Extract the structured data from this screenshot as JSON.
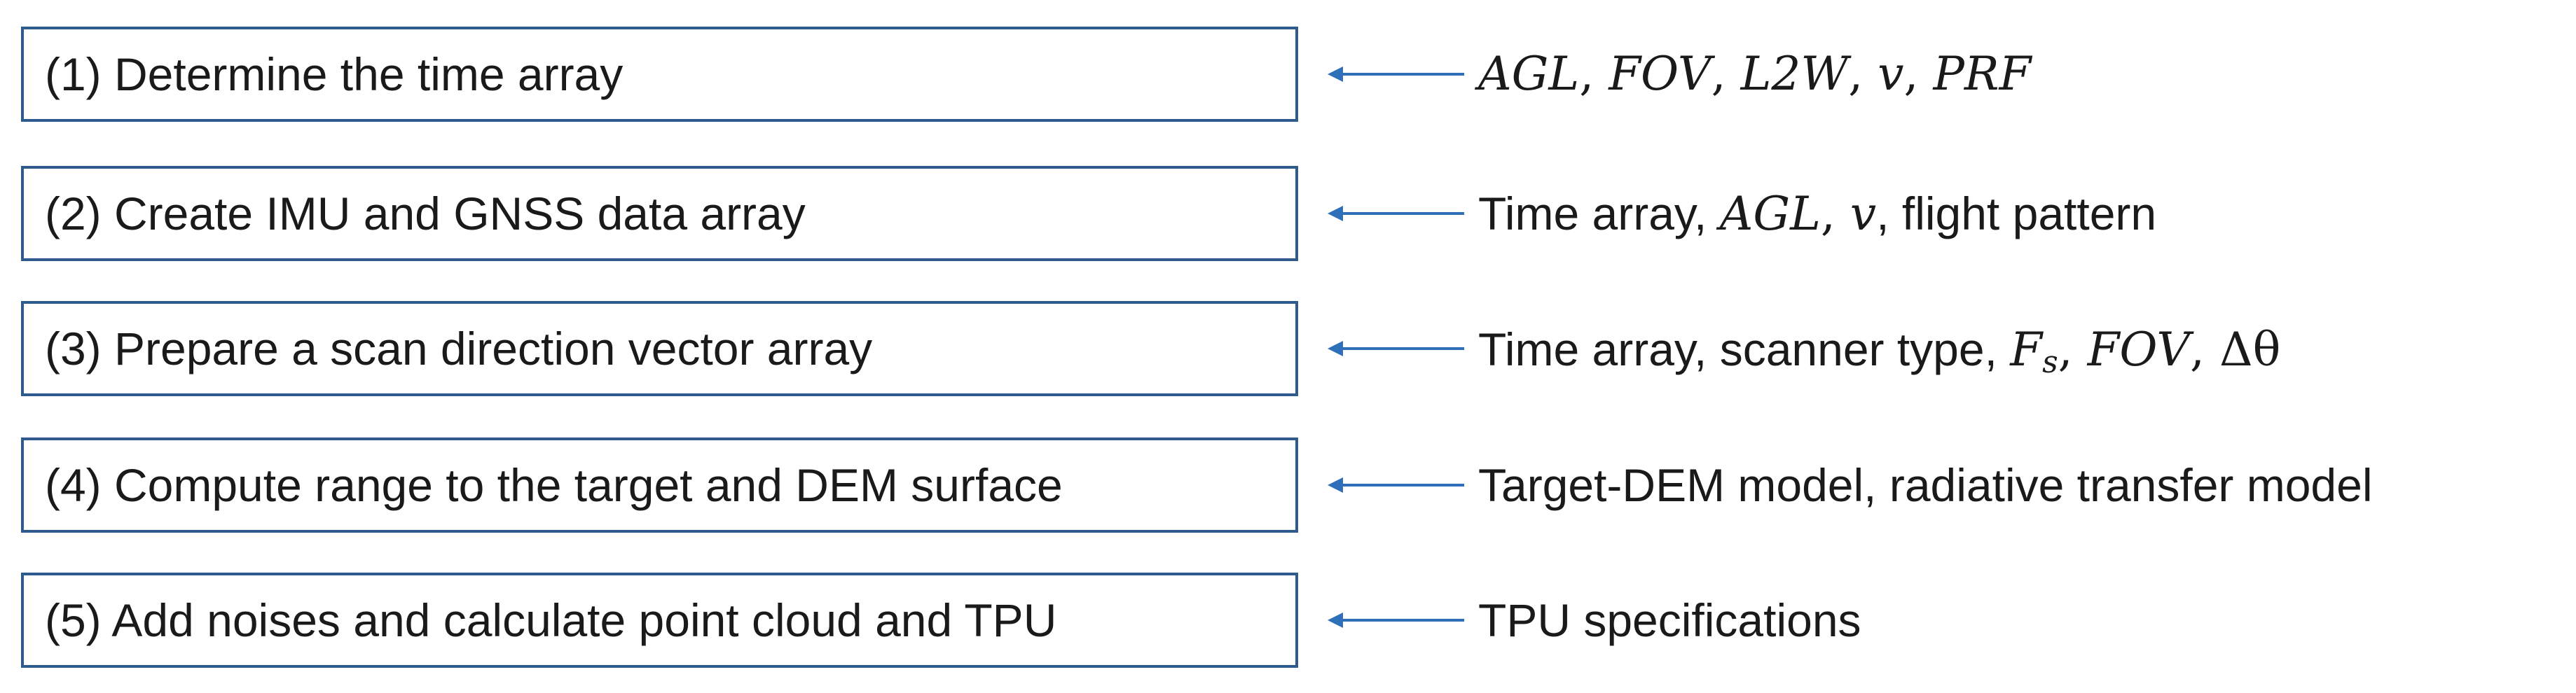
{
  "colors": {
    "box_border": "#2e5a8e",
    "arrow": "#2f6fba",
    "text": "#1a1a1a"
  },
  "steps": [
    {
      "label": "(1) Determine the time array",
      "inputs": {
        "m1": "AGL",
        "s1": ", ",
        "m2": "FOV",
        "s2": ", ",
        "m3": "L2W",
        "s3": ", ",
        "m4": "v",
        "s4": ", ",
        "m5": "PRF"
      }
    },
    {
      "label": "(2) Create IMU and GNSS data array",
      "inputs": {
        "t1": "Time array, ",
        "m1": "AGL",
        "s1": ", ",
        "m2": "v",
        "t2": ", flight pattern"
      }
    },
    {
      "label": "(3) Prepare a scan direction vector array",
      "inputs": {
        "t1": "Time array, scanner type, ",
        "m1": "F",
        "sub1": "s",
        "s1": ", ",
        "m2": "FOV",
        "s2": ", ",
        "m3": "Δθ"
      }
    },
    {
      "label": "(4) Compute range to the target and DEM surface",
      "inputs": {
        "t1": "Target-DEM model, radiative transfer model"
      }
    },
    {
      "label": "(5) Add noises and calculate point cloud and TPU",
      "inputs": {
        "t1": "TPU specifications"
      }
    }
  ]
}
